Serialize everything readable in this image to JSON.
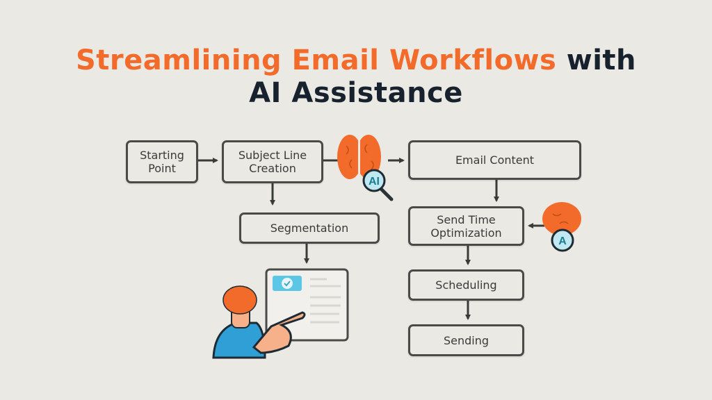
{
  "title": {
    "highlight": "Streamlining Email Workflows",
    "rest": " with",
    "line2": "AI Assistance"
  },
  "steps": {
    "starting_point": "Starting Point",
    "subject_line": "Subject Line Creation",
    "segmentation": "Segmentation",
    "email_content": "Email Content",
    "send_time": "Send Time Optimization",
    "scheduling": "Scheduling",
    "sending": "Sending"
  },
  "badges": {
    "ai": "AI",
    "a": "A"
  },
  "colors": {
    "accent": "#f26b2a",
    "navy": "#18222f",
    "teal": "#1b7f8f",
    "light_blue": "#5cc6e6",
    "background": "#ebe9e3"
  }
}
